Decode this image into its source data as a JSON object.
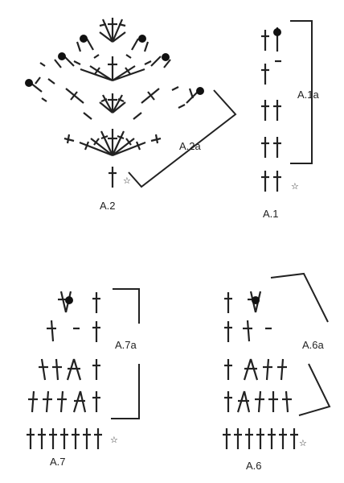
{
  "charts": {
    "a2": {
      "label": "A.2",
      "bracket_label": "A.2a"
    },
    "a1": {
      "label": "A.1",
      "bracket_label": "A.1a"
    },
    "a7": {
      "label": "A.7",
      "bracket_label": "A.7a"
    },
    "a6": {
      "label": "A.6",
      "bracket_label": "A.6a"
    }
  },
  "symbols": {
    "star": "☆"
  },
  "colors": {
    "ink": "#222222",
    "background": "#ffffff"
  }
}
